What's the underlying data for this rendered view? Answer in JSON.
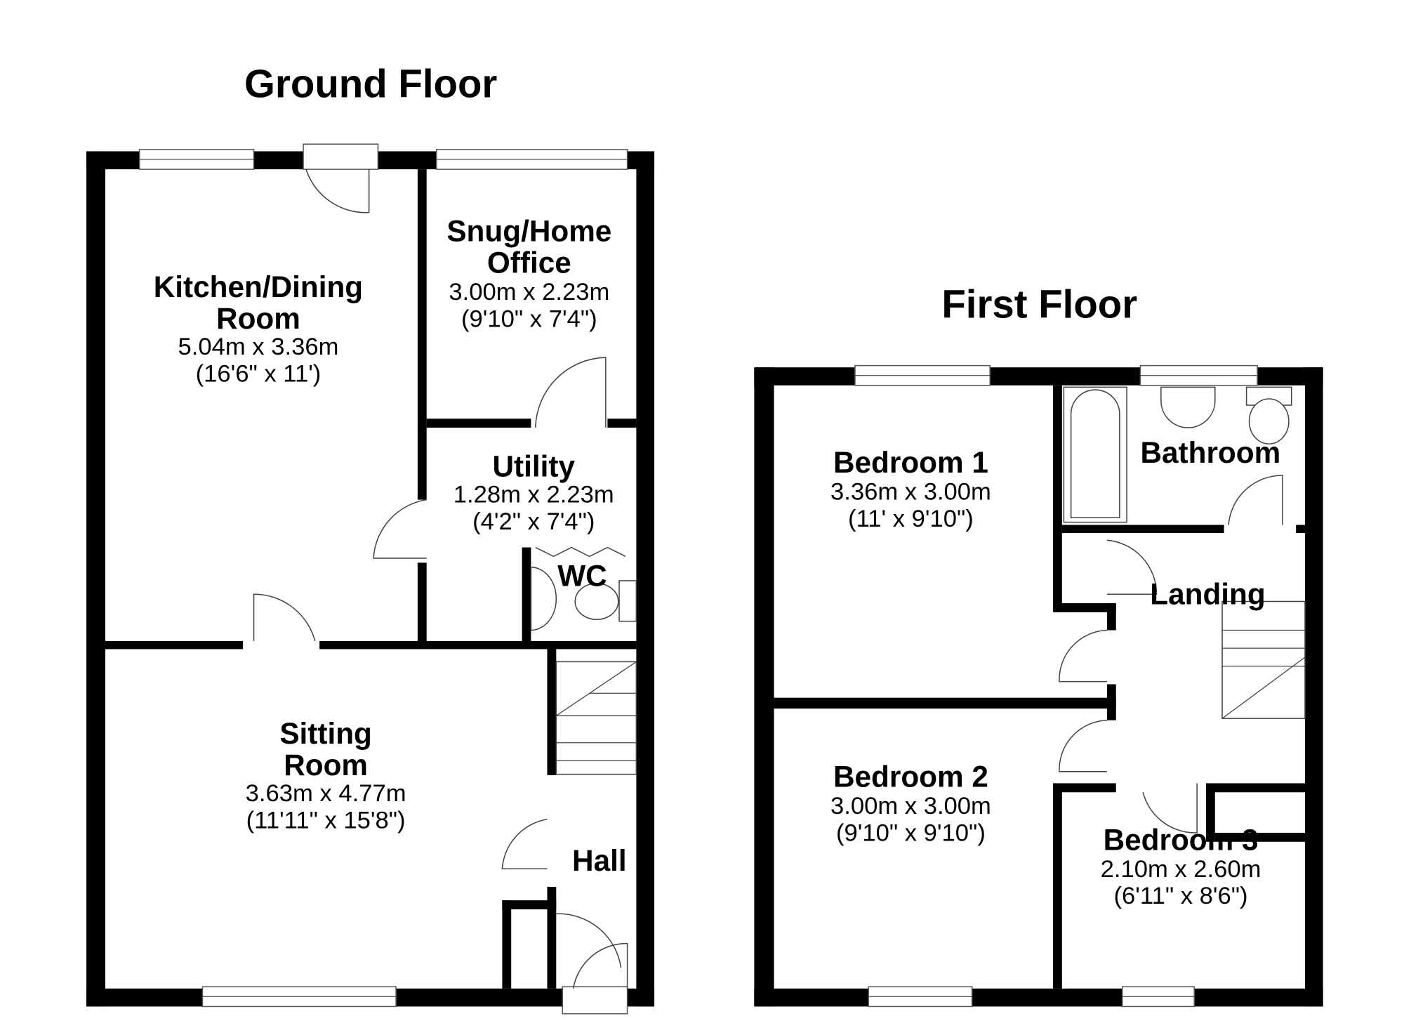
{
  "floors": [
    {
      "title": "Ground Floor",
      "rooms": [
        {
          "name": [
            "Kitchen/Dining",
            "Room"
          ],
          "metric": "5.04m x 3.36m",
          "imperial": "(16'6\" x 11')"
        },
        {
          "name": [
            "Snug/Home",
            "Office"
          ],
          "metric": "3.00m x 2.23m",
          "imperial": "(9'10\" x 7'4\")"
        },
        {
          "name": [
            "Utility"
          ],
          "metric": "1.28m x 2.23m",
          "imperial": "(4'2\" x 7'4\")"
        },
        {
          "name": [
            "WC"
          ]
        },
        {
          "name": [
            "Sitting",
            "Room"
          ],
          "metric": "3.63m x 4.77m",
          "imperial": "(11'11\" x 15'8\")"
        },
        {
          "name": [
            "Hall"
          ]
        }
      ]
    },
    {
      "title": "First Floor",
      "rooms": [
        {
          "name": [
            "Bedroom 1"
          ],
          "metric": "3.36m x 3.00m",
          "imperial": "(11' x 9'10\")"
        },
        {
          "name": [
            "Bathroom"
          ]
        },
        {
          "name": [
            "Landing"
          ]
        },
        {
          "name": [
            "Bedroom 2"
          ],
          "metric": "3.00m x 3.00m",
          "imperial": "(9'10\" x 9'10\")"
        },
        {
          "name": [
            "Bedroom 3"
          ],
          "metric": "2.10m x 2.60m",
          "imperial": "(6'11\" x 8'6\")"
        }
      ]
    }
  ]
}
